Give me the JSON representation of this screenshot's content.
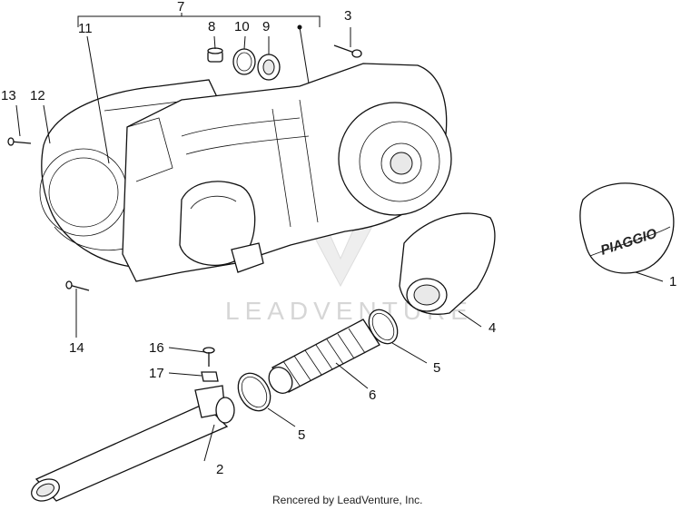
{
  "watermark": {
    "text": "LEADVENTURE"
  },
  "footer": {
    "credit": "Rencered by LeadVenture, Inc."
  },
  "brand": {
    "cap_logo": "PIAGGIO"
  },
  "callouts": [
    {
      "id": "c1",
      "label": "1"
    },
    {
      "id": "c2",
      "label": "2"
    },
    {
      "id": "c3",
      "label": "3"
    },
    {
      "id": "c4",
      "label": "4"
    },
    {
      "id": "c5a",
      "label": "5"
    },
    {
      "id": "c5b",
      "label": "5"
    },
    {
      "id": "c6",
      "label": "6"
    },
    {
      "id": "c7",
      "label": "7"
    },
    {
      "id": "c8",
      "label": "8"
    },
    {
      "id": "c9",
      "label": "9"
    },
    {
      "id": "c10",
      "label": "10"
    },
    {
      "id": "c11",
      "label": "11"
    },
    {
      "id": "c12",
      "label": "12"
    },
    {
      "id": "c13",
      "label": "13"
    },
    {
      "id": "c14",
      "label": "14"
    },
    {
      "id": "c16",
      "label": "16"
    },
    {
      "id": "c17",
      "label": "17"
    }
  ]
}
